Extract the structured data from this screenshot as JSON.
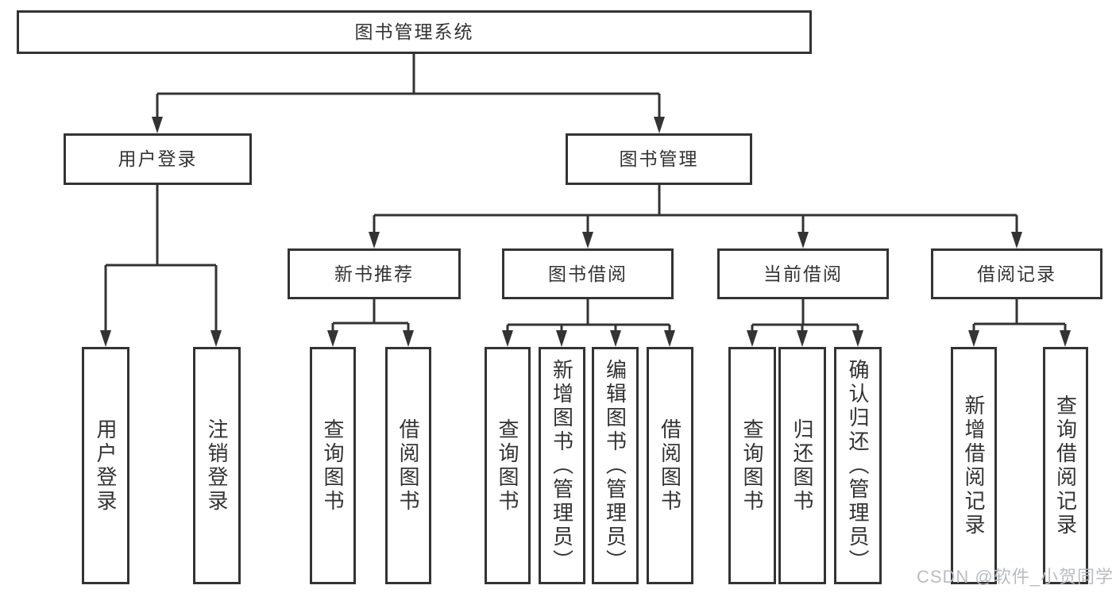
{
  "tree": {
    "label": "图书管理系统",
    "children": [
      {
        "label": "用户登录",
        "children": [
          {
            "label": "用户登录"
          },
          {
            "label": "注销登录"
          }
        ]
      },
      {
        "label": "图书管理",
        "children": [
          {
            "label": "新书推荐",
            "children": [
              {
                "label": "查询图书"
              },
              {
                "label": "借阅图书"
              }
            ]
          },
          {
            "label": "图书借阅",
            "children": [
              {
                "label": "查询图书"
              },
              {
                "label": "新增图书（管理员）"
              },
              {
                "label": "编辑图书（管理员）"
              },
              {
                "label": "借阅图书"
              }
            ]
          },
          {
            "label": "当前借阅",
            "children": [
              {
                "label": "查询图书"
              },
              {
                "label": "归还图书"
              },
              {
                "label": "确认归还（管理员）"
              }
            ]
          },
          {
            "label": "借阅记录",
            "children": [
              {
                "label": "新增借阅记录"
              },
              {
                "label": "查询借阅记录"
              }
            ]
          }
        ]
      }
    ]
  },
  "watermark": {
    "text": "CSDN @软件_小贺同学"
  },
  "colors": {
    "line": "#333333",
    "text": "#333333",
    "watermark": "#b9bdc1",
    "background": "#ffffff"
  }
}
